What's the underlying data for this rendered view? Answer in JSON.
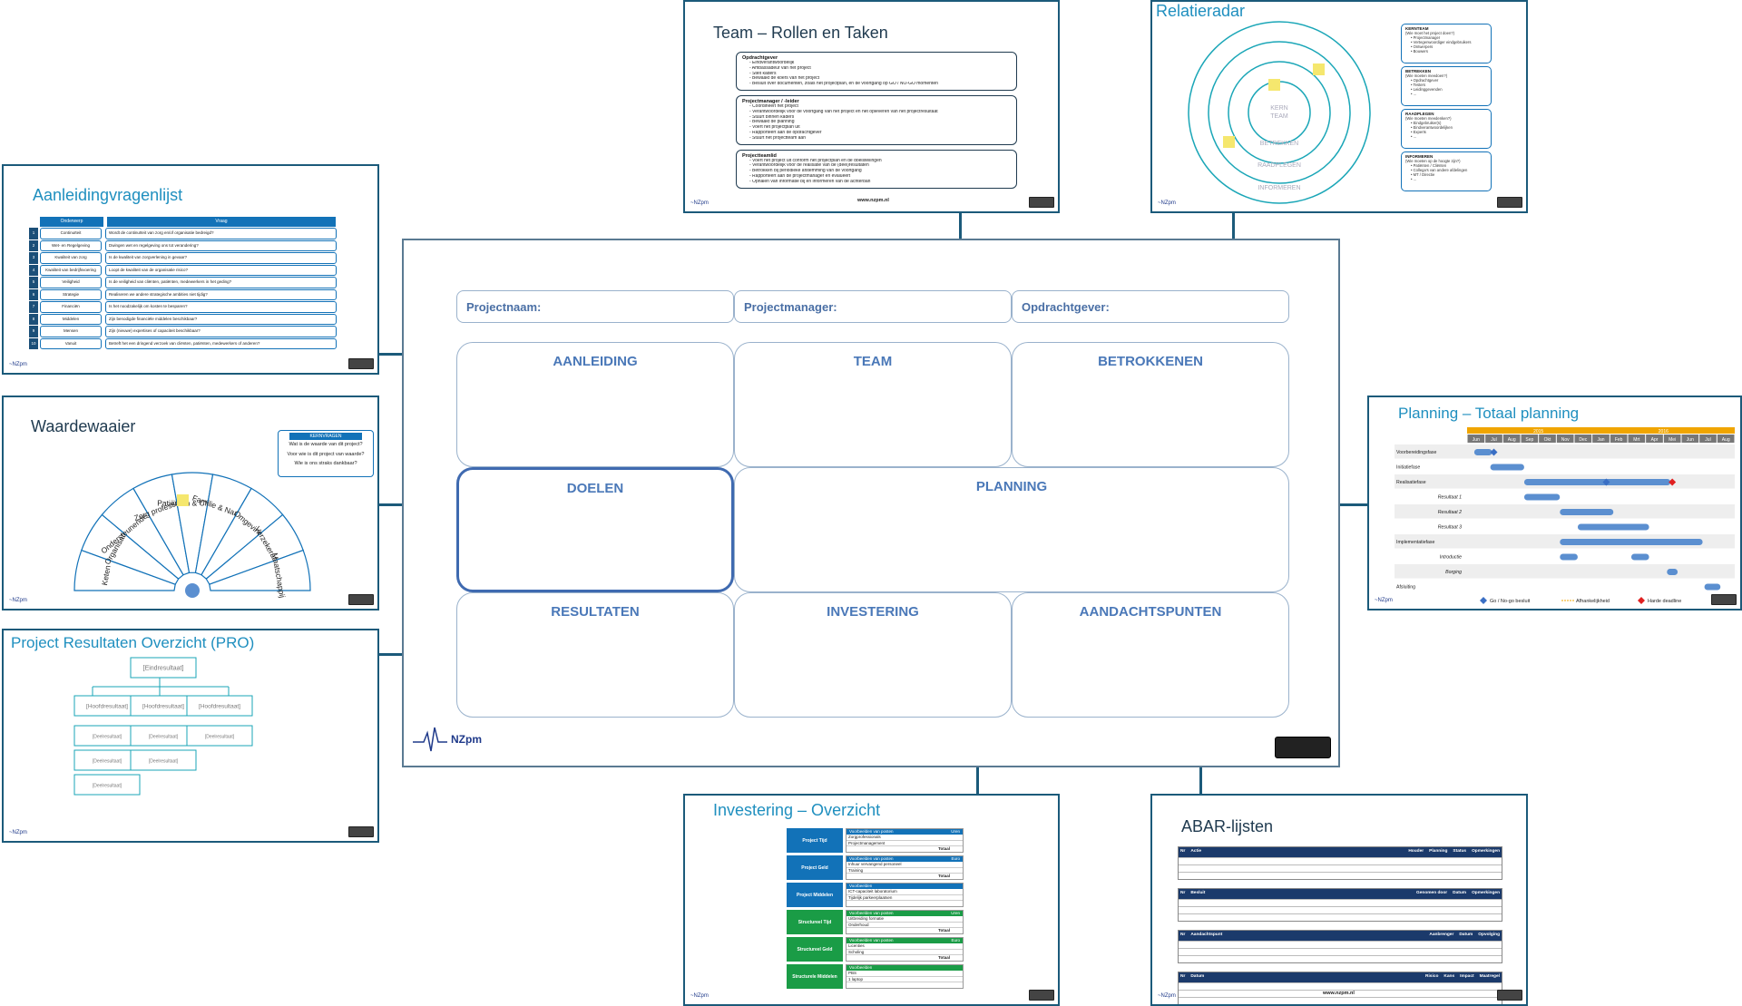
{
  "canvas": {
    "headers": [
      "Projectnaam:",
      "Projectmanager:",
      "Opdrachtgever:"
    ],
    "cells": [
      "AANLEIDING",
      "TEAM",
      "BETROKKENEN",
      "DOELEN",
      "PLANNING",
      "RESULTATEN",
      "INVESTERING",
      "AANDACHTSPUNTEN"
    ],
    "logo": "NZpm"
  },
  "thumbs": {
    "aanleiding": {
      "title": "Aanleidingvragenlijst",
      "col_headers": [
        "Onderwerp",
        "Vraag"
      ],
      "rows": [
        [
          "1",
          "Continuïteit",
          "Wordt de continuïteit van zorg en/of organisatie bedreigd?"
        ],
        [
          "2",
          "Wet- en Regelgeving",
          "Dwingen wet en regelgeving ons tot verandering?"
        ],
        [
          "3",
          "Kwaliteit van zorg",
          "Is de kwaliteit van zorgverlening in gevaar?"
        ],
        [
          "4",
          "Kwaliteit van bedrijfsvoering",
          "Loopt de kwaliteit van de organisatie risico?"
        ],
        [
          "5",
          "Veiligheid",
          "Is de veiligheid van cliënten, patiënten, medewerkers in het geding?"
        ],
        [
          "6",
          "Strategie",
          "Realiseren we andere strategische ambities niet tijdig?"
        ],
        [
          "7",
          "Financiën",
          "Is het noodzakelijk om kosten te besparen?"
        ],
        [
          "8",
          "Middelen",
          "Zijn benodigde financiële middelen beschikbaar?"
        ],
        [
          "9",
          "Mensen",
          "Zijn (nieuwe) expertises of capaciteit beschikbaar?"
        ],
        [
          "10",
          "Vanuit",
          "Betreft het een dringend verzoek van cliënten, patiënten, medewerkers of anderen?"
        ]
      ]
    },
    "team": {
      "title": "Team – Rollen en Taken",
      "sections": [
        {
          "title": "Opdrachtgever",
          "items": [
            "Eindverantwoordelijk",
            "Ambassadeur van het project",
            "Stelt kaders",
            "Bewaakt de koers van het project",
            "Besluit over documenten, zoals het projectplan, en de voortgang op GO / NO-GO momenten"
          ]
        },
        {
          "title": "Projectmanager / -leider",
          "items": [
            "Coördineert het project",
            "Verantwoordelijk voor de voortgang van het project en het opleveren van het projectresultaat",
            "Stuurt binnen kaders",
            "Bewaakt de planning",
            "Voert het projectplan uit",
            "Rapporteert aan de opdrachtgever",
            "Stuurt het projectteam aan"
          ]
        },
        {
          "title": "Projectteamlid",
          "items": [
            "Voert het project uit conform het projectplan en de doelstellingen",
            "Verantwoordelijk voor de realisatie van de (deel)resultaten",
            "Betrokken bij periodieke afstemming van de voortgang",
            "Rapporteert aan de projectmanager en evalueert",
            "Ophalen van informatie bij en informeren van de achterban"
          ]
        }
      ],
      "url": "www.nzpm.nl"
    },
    "relatie": {
      "title": "Relatieradar",
      "rings": [
        "KERN TEAM",
        "BETREKKEN",
        "RAADPLEGEN",
        "INFORMEREN"
      ],
      "boxes": [
        {
          "title": "KERNTEAM",
          "sub": "(Wie moet het project doen?)",
          "items": [
            "Projectmanager",
            "Vertegenwoordiger eindgebruikers",
            "Ontwerpers",
            "Bouwers"
          ]
        },
        {
          "title": "BETREKKEN",
          "sub": "(Wie moeten meedoen?)",
          "items": [
            "Opdrachtgever",
            "Testers",
            "Leidinggevenden",
            "..."
          ]
        },
        {
          "title": "RAADPLEGEN",
          "sub": "(Wie moeten meedenken?)",
          "items": [
            "Eindgebruiker(s)",
            "Eindverantwoordelijken",
            "Experts",
            "..."
          ]
        },
        {
          "title": "INFORMEREN",
          "sub": "(Wie moeten op de hoogte zijn?)",
          "items": [
            "Patiënten / Cliënten",
            "Collega's van andere afdelingen",
            "MT / Directie",
            "..."
          ]
        }
      ]
    },
    "waarde": {
      "title": "Waardewaaier",
      "fan": [
        "Keten",
        "Organisatie",
        "Ondersteunende diensten",
        "Zorg professional",
        "Patiënten & Cliënten",
        "Familie & Naasten",
        "Omgeving",
        "Verzekeraars",
        "Maatschappij"
      ],
      "questions": [
        "KERNVRAGEN",
        "Wat is de waarde van dit project?",
        "Voor wie is dit project van waarde?",
        "Wie is ons straks dankbaar?"
      ]
    },
    "planning": {
      "title": "Planning – Totaal planning",
      "years": [
        "2015",
        "2016"
      ],
      "months": [
        "Jun",
        "Jul",
        "Aug",
        "Sep",
        "Okt",
        "Nov",
        "Dec",
        "Jan",
        "Feb",
        "Mrt",
        "Apr",
        "Mei",
        "Jun",
        "Jul",
        "Aug"
      ],
      "rows": [
        "Voorbereidingsfase",
        "Initiatiefase",
        "Realisatiefase",
        "Resultaat 1",
        "Resultaat 2",
        "Resultaat 3",
        "Implementatiefase",
        "Introductie",
        "Borging",
        "Afsluiting"
      ],
      "legend": [
        "Go / No-go besluit",
        "Afhankelijkheid",
        "Harde deadline"
      ]
    },
    "pro": {
      "title": "Project Resultaten Overzicht (PRO)",
      "root": "[Eindresultaat]",
      "main": "[Hoofdresultaat]",
      "sub": "[Deelresultaat]"
    },
    "invest": {
      "title": "Investering – Overzicht",
      "blocks": [
        {
          "label": "Project Tijd",
          "head": "Voorbeelden van posten",
          "unit": "Uren",
          "items": [
            "Zorgprofessionals",
            "Projectmanagement"
          ],
          "total": "Totaal"
        },
        {
          "label": "Project Geld",
          "head": "Voorbeelden van posten",
          "unit": "Euro",
          "items": [
            "Inhuur vervangend personeel",
            "Training"
          ],
          "total": "Totaal"
        },
        {
          "label": "Project Middelen",
          "head": "Voorbeelden",
          "unit": "",
          "items": [
            "ICT-capaciteit laboratorium",
            "Tijdelijk parkeerplaatsen"
          ],
          "total": ""
        },
        {
          "label": "Structureel Tijd",
          "head": "Voorbeelden van posten",
          "unit": "Uren",
          "items": [
            "Uitbreiding formatie",
            "Onderhoud"
          ],
          "total": "Totaal"
        },
        {
          "label": "Structureel Geld",
          "head": "Voorbeelden van posten",
          "unit": "Euro",
          "items": [
            "Licenties",
            "Scholing"
          ],
          "total": "Totaal"
        },
        {
          "label": "Structurele Middelen",
          "head": "Voorbeelden",
          "unit": "",
          "items": [
            "PBS",
            "1 laptop"
          ],
          "total": ""
        }
      ]
    },
    "abar": {
      "title": "ABAR-lijsten",
      "tables": [
        [
          "Nr",
          "Actie",
          "Houder",
          "Planning",
          "Status",
          "Opmerkingen"
        ],
        [
          "Nr",
          "Besluit",
          "Genomen door",
          "Datum",
          "Opmerkingen"
        ],
        [
          "Nr",
          "Aandachtspunt",
          "Aanbrenger",
          "Datum",
          "Opvolging"
        ],
        [
          "Nr",
          "Datum",
          "Risico",
          "Kans",
          "Impact",
          "Maatregel"
        ]
      ],
      "url": "www.nzpm.nl"
    }
  },
  "colors": {
    "line": "#1b5a7a",
    "title": "#1f8fbf",
    "cell_label": "#4a78b8",
    "accent": "#1272b8"
  }
}
